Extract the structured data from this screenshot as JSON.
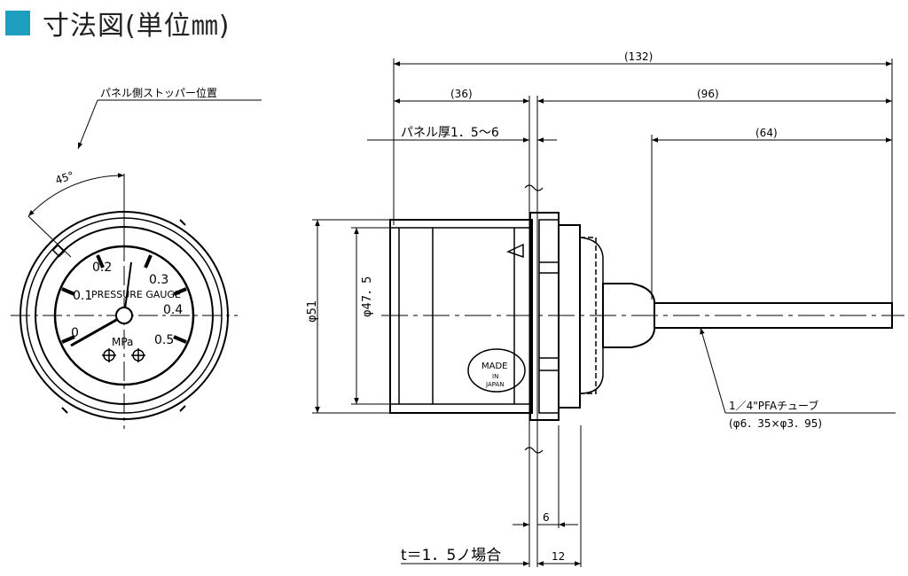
{
  "header": {
    "title": "寸法図(単位㎜)"
  },
  "front_view": {
    "callout": "パネル側ストッパー位置",
    "angle": "45°",
    "gauge_label": "PRESSURE GAUGE",
    "unit": "MPa",
    "ticks": [
      "0",
      "0.1",
      "0.2",
      "0.3",
      "0.4",
      "0.5"
    ]
  },
  "side_view": {
    "dim_total": "(132)",
    "dim_left": "(36)",
    "dim_right": "(96)",
    "dim_tube": "(64)",
    "panel_thickness": "パネル厚1．5～6",
    "dia_outer": "φ51",
    "dia_inner": "φ47．5",
    "made_in": [
      "MADE",
      "IN",
      "JAPAN"
    ],
    "tube_label": "1／4\"PFAチューブ",
    "tube_spec": "(φ6．35×φ3．95)",
    "dim_6": "6",
    "dim_12": "12",
    "note": "t＝1．5ノ場合"
  }
}
